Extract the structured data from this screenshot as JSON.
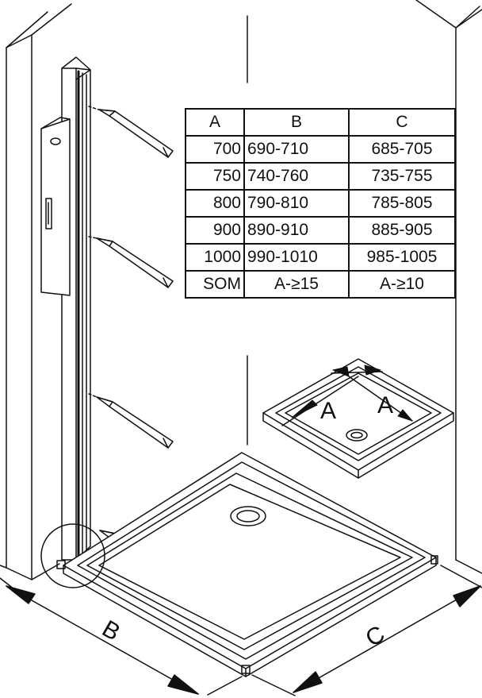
{
  "table": {
    "headers": [
      "A",
      "B",
      "C"
    ],
    "rows": [
      [
        "700",
        "690-710",
        "685-705"
      ],
      [
        "750",
        "740-760",
        "735-755"
      ],
      [
        "800",
        "790-810",
        "785-805"
      ],
      [
        "900",
        "890-910",
        "885-905"
      ],
      [
        "1000",
        "990-1010",
        "985-1005"
      ],
      [
        "SOM",
        "A-≥15",
        "A-≥10"
      ]
    ]
  },
  "labels": {
    "dim_b": "B",
    "dim_c": "C",
    "inset_a_left": "A",
    "inset_a_right": "A"
  }
}
